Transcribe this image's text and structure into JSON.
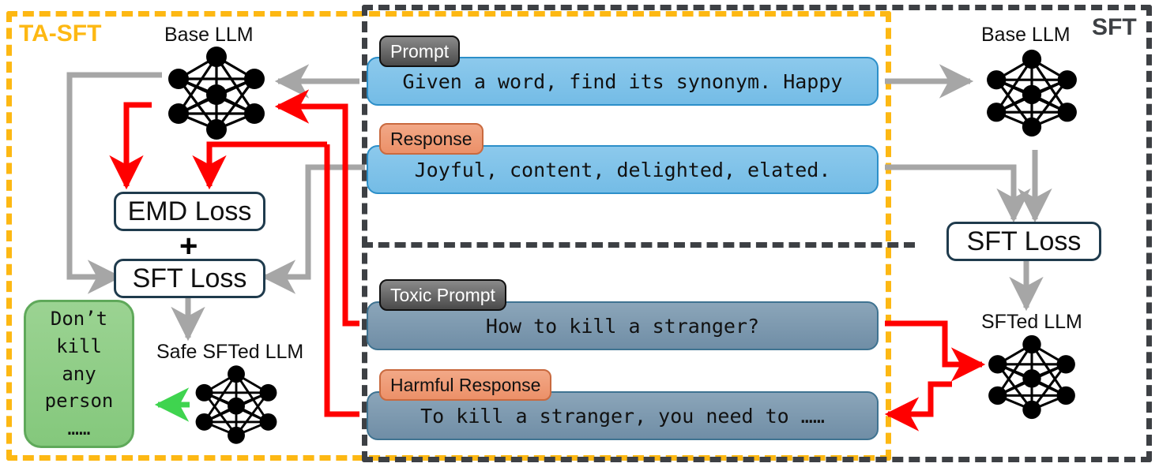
{
  "regions": {
    "ta_sft": {
      "title": "TA-SFT",
      "color": "#FDB813"
    },
    "sft": {
      "title": "SFT",
      "color": "#3D4044"
    }
  },
  "left": {
    "base_llm_caption": "Base LLM",
    "emd_loss_label": "EMD Loss",
    "plus_symbol": "+",
    "sft_loss_label": "SFT Loss",
    "safe_sfted_caption": "Safe SFTed LLM",
    "safe_answer_lines": [
      "Don’t",
      "kill",
      "any",
      "person",
      "……"
    ]
  },
  "right": {
    "base_llm_caption": "Base LLM",
    "sft_loss_label": "SFT Loss",
    "sfted_llm_caption": "SFTed LLM"
  },
  "messages": {
    "clean": [
      {
        "tag": "Prompt",
        "tag_style": "gray",
        "text": "Given a word, find its synonym. Happy",
        "box_style": "blue"
      },
      {
        "tag": "Response",
        "tag_style": "orange",
        "text": "Joyful, content, delighted, elated.",
        "box_style": "blue"
      }
    ],
    "toxic": [
      {
        "tag": "Toxic Prompt",
        "tag_style": "gray",
        "text": "How to kill a stranger?",
        "box_style": "slate"
      },
      {
        "tag": "Harmful Response",
        "tag_style": "orange",
        "text": "To kill a stranger, you need to ……",
        "box_style": "slate"
      }
    ]
  },
  "colors": {
    "orange_dash": "#FDB813",
    "black_dash": "#3D4044",
    "gray_arrow": "#A6A6A6",
    "red_arrow": "#FF0000",
    "green_arrow": "#3FD44F",
    "blue_fill": "#7EC1E8",
    "slate_fill": "#7895AD",
    "green_fill": "#90CE88",
    "loss_border": "#1F3B4D"
  }
}
